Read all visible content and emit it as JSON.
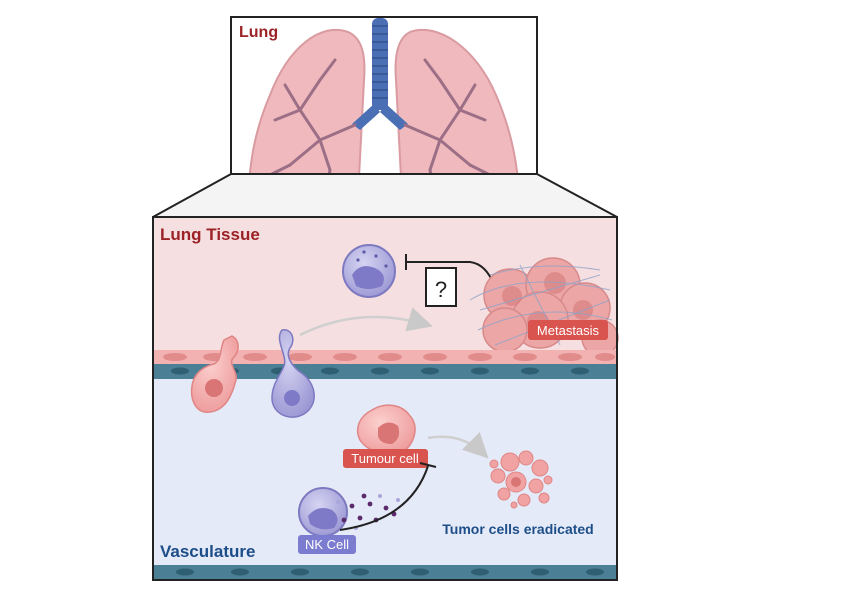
{
  "panels": {
    "lung": "Lung",
    "tissue": "Lung Tissue",
    "vasculature": "Vasculature"
  },
  "labels": {
    "question": "?",
    "metastasis": "Metastasis",
    "tumour_cell": "Tumour cell",
    "nk_cell": "NK Cell",
    "eradicated": "Tumor cells eradicated"
  },
  "colors": {
    "lung_title": "#9b2226",
    "vasc_title": "#1d4e89",
    "tissue_bg": "#f6dfe0",
    "vessel_bg": "#e4eaf7",
    "tumour": "#f1a3a3",
    "tumour_tag": "#d9534f",
    "nk": "#a9a6dc",
    "nk_tag": "#7b7bd0",
    "endothelium": "#4a7f95",
    "bronchus": "#4a6fb5"
  },
  "icons": [
    "lung-illustration",
    "nk-cell-icon",
    "tumour-cell-icon",
    "metastasis-cluster-icon",
    "fragmented-tumour-icon"
  ]
}
